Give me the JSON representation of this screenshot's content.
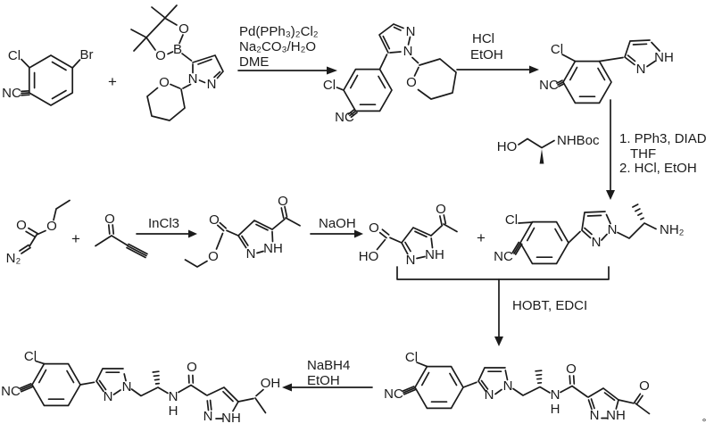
{
  "reactions": {
    "suzuki": {
      "line1": "Pd(PPh₃)₂Cl₂",
      "line2": "Na₂CO₃/H₂O",
      "line3": "DME"
    },
    "thp_removal": {
      "line1": "HCl",
      "line2": "EtOH"
    },
    "mitsunobu_deprotection": {
      "line1": "1. PPh3, DIAD",
      "line2": "THF",
      "line3": "2. HCl, EtOH"
    },
    "pyrazole_formation": {
      "label": "InCl3"
    },
    "ester_hydrolysis": {
      "label": "NaOH"
    },
    "amide_coupling": {
      "label": "HOBT, EDCI"
    },
    "ketone_reduction": {
      "line1": "NaBH4",
      "line2": "EtOH"
    }
  },
  "operators": {
    "plus_1": "+",
    "plus_2": "+",
    "plus_3": "+",
    "footnote_mark": "°"
  },
  "molecules": {
    "aryl_bromide": {
      "cl": "Cl",
      "br": "Br",
      "nc": "NC"
    },
    "pinacol_boronate": {
      "o_top": "O",
      "o_bottom": "O",
      "b": "B",
      "n1": "N",
      "n2": "N",
      "o_thp": "O"
    },
    "thp_coupled": {
      "cl": "Cl",
      "nc": "NC",
      "n2": "N",
      "n1": "N",
      "o_thp": "O"
    },
    "pyrazole_nitrile": {
      "cl": "Cl",
      "nc": "NC",
      "n": "N",
      "nh": "NH"
    },
    "boc_amino_alcohol": {
      "ho": "HO",
      "nhboc": "NHBoc"
    },
    "amine": {
      "cl": "Cl",
      "nc": "NC",
      "n2": "N",
      "n1": "N",
      "nh2": "NH₂"
    },
    "diazo_ester": {
      "o_carbonyl": "O",
      "o_ester": "O",
      "n2": "N₂"
    },
    "butynone": {
      "o": "O"
    },
    "keto_ester": {
      "o_acetyl": "O",
      "o_carbonyl": "O",
      "o_ester": "O",
      "n": "N",
      "nh": "NH"
    },
    "keto_acid": {
      "o_acetyl": "O",
      "o_carbonyl": "O",
      "ho": "HO",
      "n": "N",
      "nh": "NH"
    },
    "keto_amide": {
      "cl": "Cl",
      "nc": "NC",
      "n2": "N",
      "n1": "N",
      "amide_n": "N",
      "amide_h": "H",
      "o_amide": "O",
      "ring2_n": "N",
      "ring2_nh": "NH",
      "o_acetyl": "O"
    },
    "hydroxy_product": {
      "cl": "Cl",
      "nc": "NC",
      "n2": "N",
      "n1": "N",
      "amide_n": "N",
      "amide_h": "H",
      "o_amide": "O",
      "ring2_n": "N",
      "ring2_nh": "NH",
      "oh": "OH"
    }
  }
}
